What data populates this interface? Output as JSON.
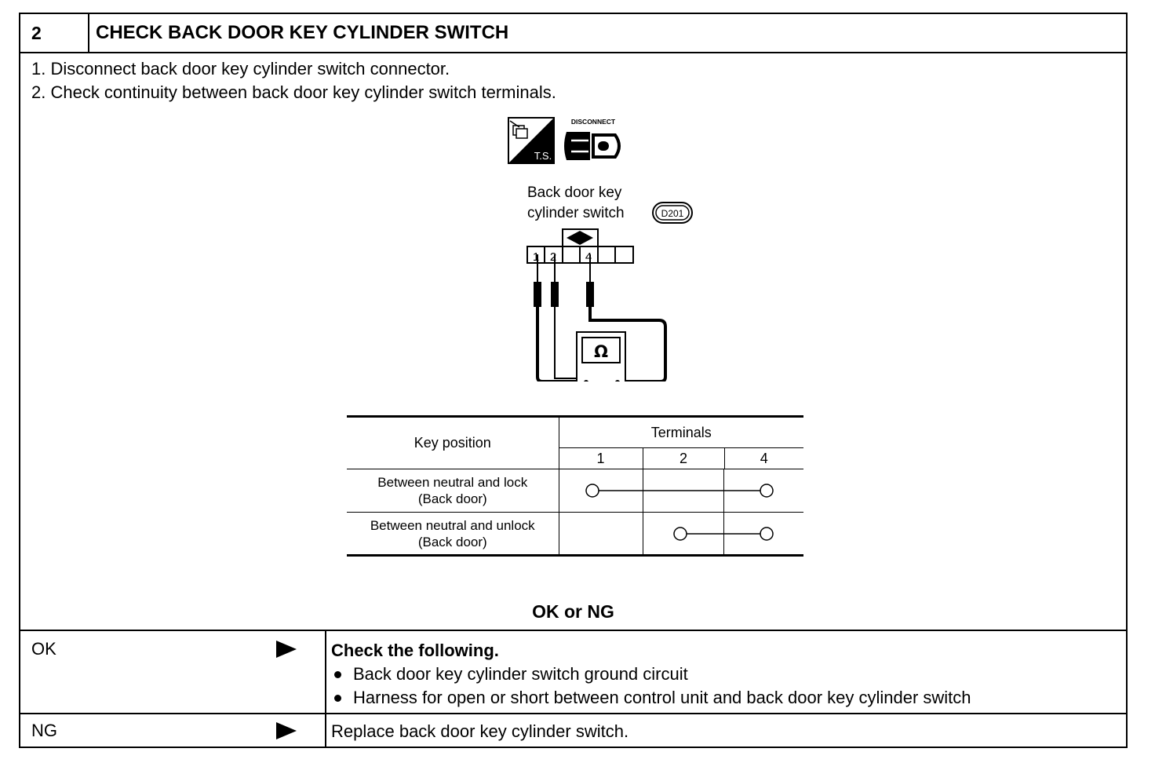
{
  "step": {
    "number": "2",
    "title": "CHECK BACK DOOR KEY CYLINDER SWITCH"
  },
  "instructions": [
    "1.  Disconnect back door key cylinder switch connector.",
    "2.  Check continuity between back door key cylinder switch terminals."
  ],
  "diagram": {
    "disconnect_label": "DISCONNECT",
    "ts_label": "T.S.",
    "connector_label_line1": "Back door key",
    "connector_label_line2": "cylinder switch",
    "connector_code": "D201",
    "pin_labels": [
      "1",
      "2",
      "4"
    ],
    "meter_symbol": "Ω",
    "icons": [
      "tester-ts-icon",
      "disconnect-connector-icon",
      "ohmmeter-icon"
    ]
  },
  "table": {
    "col_key": "Key position",
    "col_terminals": "Terminals",
    "terminals": [
      "1",
      "2",
      "4"
    ],
    "rows": [
      {
        "line1": "Between neutral and lock",
        "line2": "(Back door)",
        "continuity": [
          "1",
          "4"
        ]
      },
      {
        "line1": "Between neutral and unlock",
        "line2": "(Back door)",
        "continuity": [
          "2",
          "4"
        ]
      }
    ]
  },
  "result_header": "OK or NG",
  "results": {
    "ok": {
      "label": "OK",
      "heading": "Check the following.",
      "bullets": [
        "Back door key cylinder switch ground circuit",
        "Harness for open or short between control unit and back door key cylinder switch"
      ]
    },
    "ng": {
      "label": "NG",
      "text": "Replace back door key cylinder switch."
    }
  }
}
